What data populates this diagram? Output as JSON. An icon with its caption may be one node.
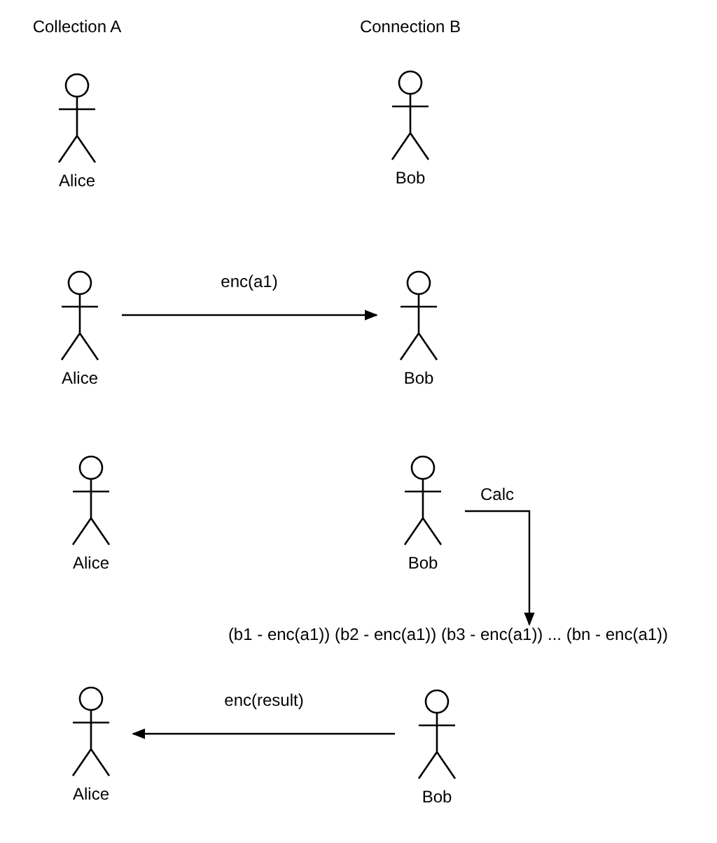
{
  "diagram": {
    "nodes": [
      {
        "text": [
          "Alice"
        ]
      },
      {
        "text": [
          "Bob"
        ]
      },
      {
        "text": [
          "Alice"
        ]
      },
      {
        "text": [
          "Bob"
        ]
      },
      {
        "text": [
          "Alice"
        ]
      },
      {
        "text": [
          "Bob"
        ]
      },
      {
        "text": [
          "(b1 - enc(a1)) (b2 - enc(a1)) (b3 - enc(a1)) ... (bn - enc(a1))"
        ]
      },
      {
        "text": [
          "Alice"
        ]
      },
      {
        "text": [
          "Bob"
        ]
      }
    ],
    "edges": [
      {
        "from": 2,
        "to": 3,
        "arrow": "to",
        "label": "enc(a1)"
      },
      {
        "from": 5,
        "to": 6,
        "arrow": "to",
        "label": "Calc"
      },
      {
        "from": 8,
        "to": 7,
        "arrow": "to",
        "label": "enc(result)"
      }
    ],
    "labels": [
      "Collection A",
      "Connection B"
    ]
  }
}
